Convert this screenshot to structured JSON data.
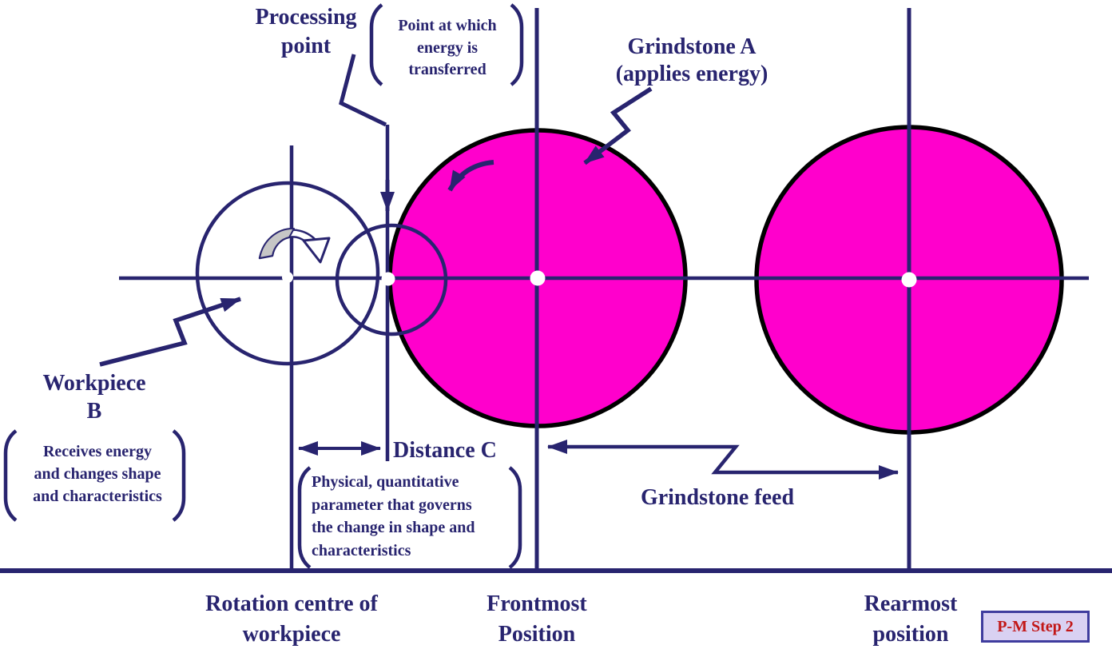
{
  "labels": {
    "processing_point": {
      "line1": "Processing",
      "line2": "point"
    },
    "grindstone_a": {
      "line1": "Grindstone A",
      "line2": "(applies energy)"
    },
    "workpiece": {
      "line1": "Workpiece",
      "line2": "B"
    },
    "distance_c": "Distance C",
    "grindstone_feed": "Grindstone feed",
    "rotation_centre": {
      "line1": "Rotation centre of",
      "line2": "workpiece"
    },
    "frontmost": {
      "line1": "Frontmost",
      "line2": "Position"
    },
    "rearmost": {
      "line1": "Rearmost",
      "line2": "position"
    }
  },
  "notes": {
    "processing_point": {
      "line1": "Point at which",
      "line2": "energy is",
      "line3": "transferred"
    },
    "workpiece": {
      "line1": "Receives energy",
      "line2": "and changes shape",
      "line3": "and characteristics"
    },
    "distance_c": {
      "line1": "Physical, quantitative",
      "line2": "parameter that governs",
      "line3": "the change in shape and",
      "line4": "characteristics"
    }
  },
  "badge": {
    "label": "P-M Step 2"
  },
  "colors": {
    "navy_line_and_text": "#28246F",
    "grindstone_magenta": "#FF00CC",
    "grindstone_outline": "#000000",
    "rotation_arrow_gray": "#C6C6C6",
    "badge_background": "#D9D1F2",
    "badge_border": "#3F3C9E",
    "badge_text": "#C21717",
    "background": "#FFFFFF"
  }
}
